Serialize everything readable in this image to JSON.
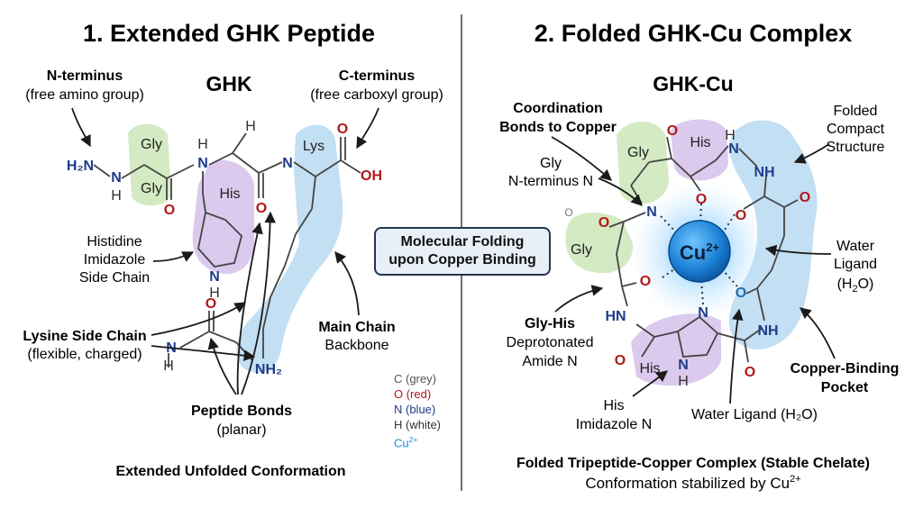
{
  "left_panel": {
    "title": "1. Extended GHK Peptide",
    "molecule_label": "GHK",
    "caption": "Extended Unfolded Conformation",
    "labels": {
      "n_terminus": "N-terminus",
      "n_terminus_sub": "(free amino group)",
      "c_terminus": "C-terminus",
      "c_terminus_sub": "(free carboxyl group)",
      "histidine_1": "Histidine",
      "histidine_2": "Imidazole",
      "histidine_3": "Side Chain",
      "lysine_1": "Lysine Side Chain",
      "lysine_2": "(flexible, charged)",
      "main_chain_1": "Main Chain",
      "main_chain_2": "Backbone",
      "peptide_bonds_1": "Peptide Bonds",
      "peptide_bonds_2": "(planar)"
    },
    "residues": {
      "gly_a": "Gly",
      "gly_b": "Gly",
      "his": "His",
      "lys": "Lys"
    },
    "atoms": {
      "h2n": "H₂N",
      "n1": "N",
      "h1": "H",
      "o1": "O",
      "n2": "N",
      "h2": "H",
      "h3": "H",
      "o2": "O",
      "n3": "N",
      "o3": "O",
      "oh": "OH",
      "n_ring": "N",
      "h_ring": "H",
      "o4": "O",
      "n4": "N",
      "h4": "H",
      "nh2": "NH₂"
    }
  },
  "center": {
    "line1": "Molecular Folding",
    "line2": "upon Copper Binding"
  },
  "legend": [
    {
      "text": "C (grey)",
      "color": "#555555"
    },
    {
      "text": "O (red)",
      "color": "#b01818"
    },
    {
      "text": "N (blue)",
      "color": "#1f3c8a"
    },
    {
      "text": "H (white)",
      "color": "#333333"
    }
  ],
  "legend_cu": {
    "base": "Cu",
    "sup": "2+",
    "color": "#1a8fd6"
  },
  "right_panel": {
    "title": "2. Folded GHK-Cu Complex",
    "molecule_label": "GHK-Cu",
    "caption_1": "Folded Tripeptide-Copper Complex (Stable Chelate)",
    "caption_2": "Conformation stabilized by Cu",
    "caption_2_sup": "2+",
    "copper": {
      "base": "Cu",
      "sup": "2+"
    },
    "labels": {
      "coord_1": "Coordination",
      "coord_2": "Bonds to Copper",
      "gly_nterm_1": "Gly",
      "gly_nterm_2": "N-terminus N",
      "folded_1": "Folded",
      "folded_2": "Compact",
      "folded_3": "Structure",
      "water_1": "Water",
      "water_2": "Ligand",
      "water_3_pre": "(H",
      "water_3_sub": "2",
      "water_3_post": "O)",
      "glyhis_1": "Gly-His",
      "glyhis_2": "Deprotonated",
      "glyhis_3": "Amide N",
      "pocket_1": "Copper-Binding",
      "pocket_2": "Pocket",
      "his_imid_1": "His",
      "his_imid_2": "Imidazole N",
      "water_bottom": "Water Ligand (H₂O)"
    },
    "residues": {
      "gly_a": "Gly",
      "his_a": "His",
      "gly_b": "Gly",
      "his_b": "His"
    },
    "atoms": {
      "o_top1": "O",
      "o_top2": "O",
      "h_top": "H",
      "n_top": "N",
      "nh_top": "NH",
      "n_left": "N",
      "o_left": "O",
      "o_right1": "O",
      "o_right2": "O",
      "o_small": "O",
      "o_mid": "O",
      "o_water": "O",
      "nh_left": "HN",
      "n_imid": "N",
      "nh_imid": "N",
      "h_imid": "H",
      "o_bot1": "O",
      "o_bot2": "O",
      "nh_right": "NH"
    }
  }
}
